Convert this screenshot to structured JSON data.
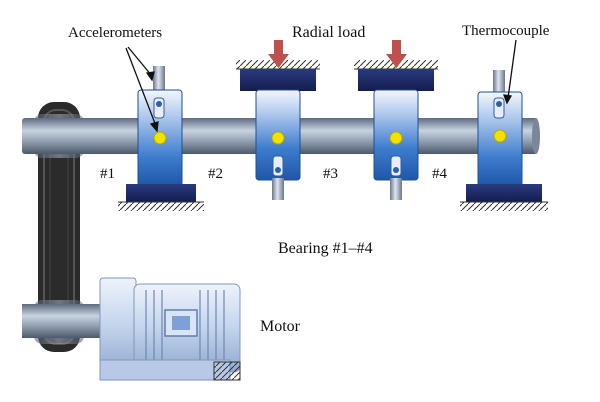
{
  "labels": {
    "accelerometers": "Accelerometers",
    "radial_load": "Radial load",
    "thermocouple": "Thermocouple",
    "bearing_1": "#1",
    "bearing_2": "#2",
    "bearing_3": "#3",
    "bearing_4": "#4",
    "bearing_range": "Bearing #1–#4",
    "motor": "Motor"
  },
  "colors": {
    "shaft": "#8b9bb0",
    "bearing_blue": "#2f6fc4",
    "base_navy": "#1e2c68",
    "load_arrow": "#c0504d",
    "sensor_yellow": "#f2e200",
    "belt": "#2a2a2a",
    "motor_light": "#c9d8ee"
  },
  "icons": {
    "load_arrow": "down-arrow-icon",
    "ground": "hatched-ground-icon"
  }
}
